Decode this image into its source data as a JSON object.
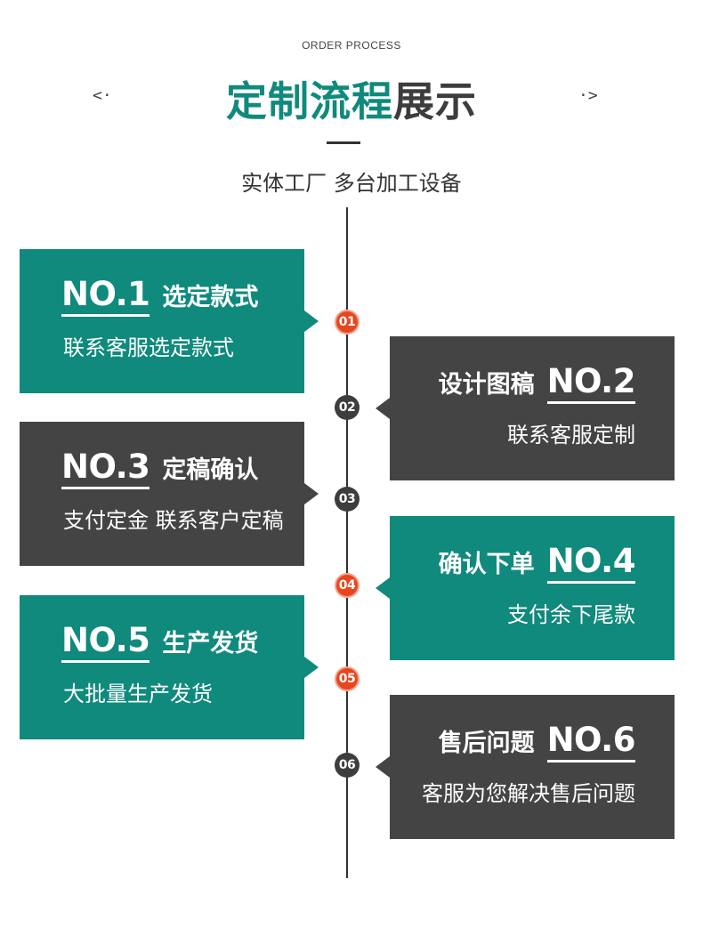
{
  "header": {
    "eyebrow": "ORDER PROCESS",
    "title_accent": "定制流程",
    "title_dark": "展示",
    "arrow_left": "<·",
    "arrow_right": "·>",
    "subtitle": "实体工厂  多台加工设备"
  },
  "colors": {
    "teal": "#0f8a7c",
    "dark": "#444444",
    "orange": "#e8461e"
  },
  "steps": [
    {
      "number": "01",
      "no": "NO.1",
      "name": "选定款式",
      "desc": "联系客服选定款式",
      "side": "left",
      "card_color": "teal",
      "dot_color": "orange"
    },
    {
      "number": "02",
      "no": "NO.2",
      "name": "设计图稿",
      "desc": "联系客服定制",
      "side": "right",
      "card_color": "dark",
      "dot_color": "gray"
    },
    {
      "number": "03",
      "no": "NO.3",
      "name": "定稿确认",
      "desc": "支付定金 联系客户定稿",
      "side": "left",
      "card_color": "dark",
      "dot_color": "gray"
    },
    {
      "number": "04",
      "no": "NO.4",
      "name": "确认下单",
      "desc": "支付余下尾款",
      "side": "right",
      "card_color": "teal",
      "dot_color": "orange"
    },
    {
      "number": "05",
      "no": "NO.5",
      "name": "生产发货",
      "desc": "大批量生产发货",
      "side": "left",
      "card_color": "teal",
      "dot_color": "orange"
    },
    {
      "number": "06",
      "no": "NO.6",
      "name": "售后问题",
      "desc": "客服为您解决售后问题",
      "side": "right",
      "card_color": "dark",
      "dot_color": "gray"
    }
  ]
}
